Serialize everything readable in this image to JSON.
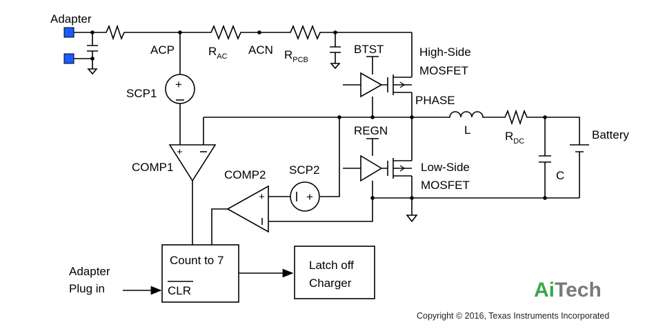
{
  "labels": {
    "adapter": "Adapter",
    "acp": "ACP",
    "r_ac_main": "R",
    "r_ac_sub": "AC",
    "acn": "ACN",
    "r_pcb_main": "R",
    "r_pcb_sub": "PCB",
    "btst": "BTST",
    "high_side_1": "High-Side",
    "high_side_2": "MOSFET",
    "scp1": "SCP1",
    "phase": "PHASE",
    "inductor": "L",
    "r_dc_main": "R",
    "r_dc_sub": "DC",
    "battery": "Battery",
    "regn": "REGN",
    "comp1": "COMP1",
    "comp2": "COMP2",
    "scp2": "SCP2",
    "low_side_1": "Low-Side",
    "low_side_2": "MOSFET",
    "capacitor": "C",
    "adapter_plug_1": "Adapter",
    "adapter_plug_2": "Plug in",
    "count_to_7": "Count to 7",
    "clr": "CLR",
    "latch_1": "Latch off",
    "latch_2": "Charger"
  },
  "logo": {
    "part1": "Ai",
    "part2": "Tech",
    "color1": "#3aa64a",
    "color2": "#7a7a7a"
  },
  "copyright": "Copyright © 2016, Texas Instruments Incorporated",
  "colors": {
    "terminal": "#1a5cff",
    "wire": "#000000"
  }
}
